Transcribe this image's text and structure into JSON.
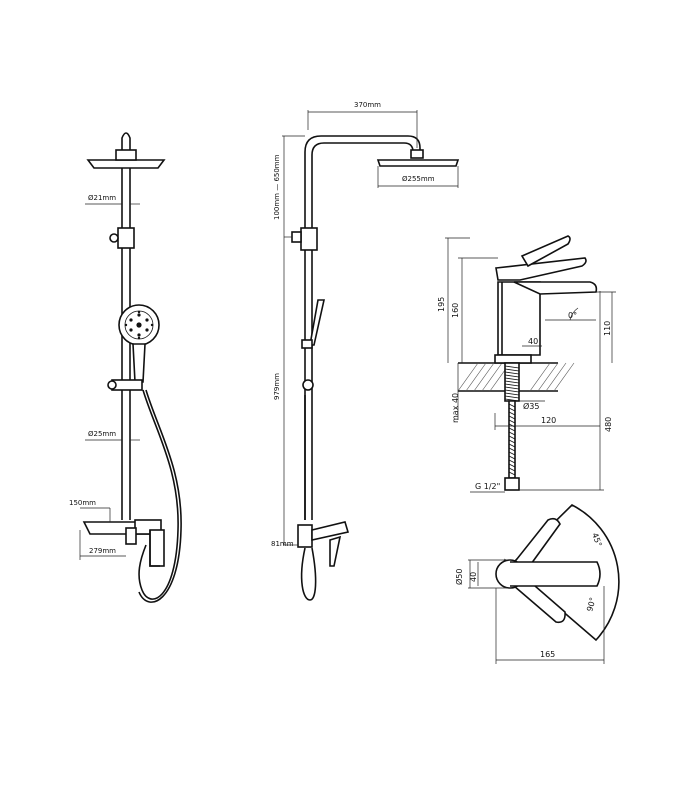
{
  "front_view": {
    "d_rod_top": "Ø21mm",
    "d_rod_bottom": "Ø25mm",
    "mixer_depth": "150mm",
    "mixer_width": "279mm"
  },
  "side_view": {
    "arm_length": "370mm",
    "head_diameter": "Ø255mm",
    "adjust_range": "100mm — 650mm",
    "rod_height": "979mm",
    "outlet_offset": "81mm"
  },
  "faucet_side": {
    "height_total": "195",
    "height_spout": "160",
    "outlet_height": "110",
    "angle": "0°",
    "base_size": "40",
    "max_thickness": "max 40",
    "shank_diameter": "Ø35",
    "reach": "120",
    "hose_length": "480",
    "connection": "G 1/2\""
  },
  "faucet_top": {
    "diameter": "Ø50",
    "width": "40",
    "rotation_upper": "45°",
    "rotation_lower": "90°",
    "length": "165"
  }
}
